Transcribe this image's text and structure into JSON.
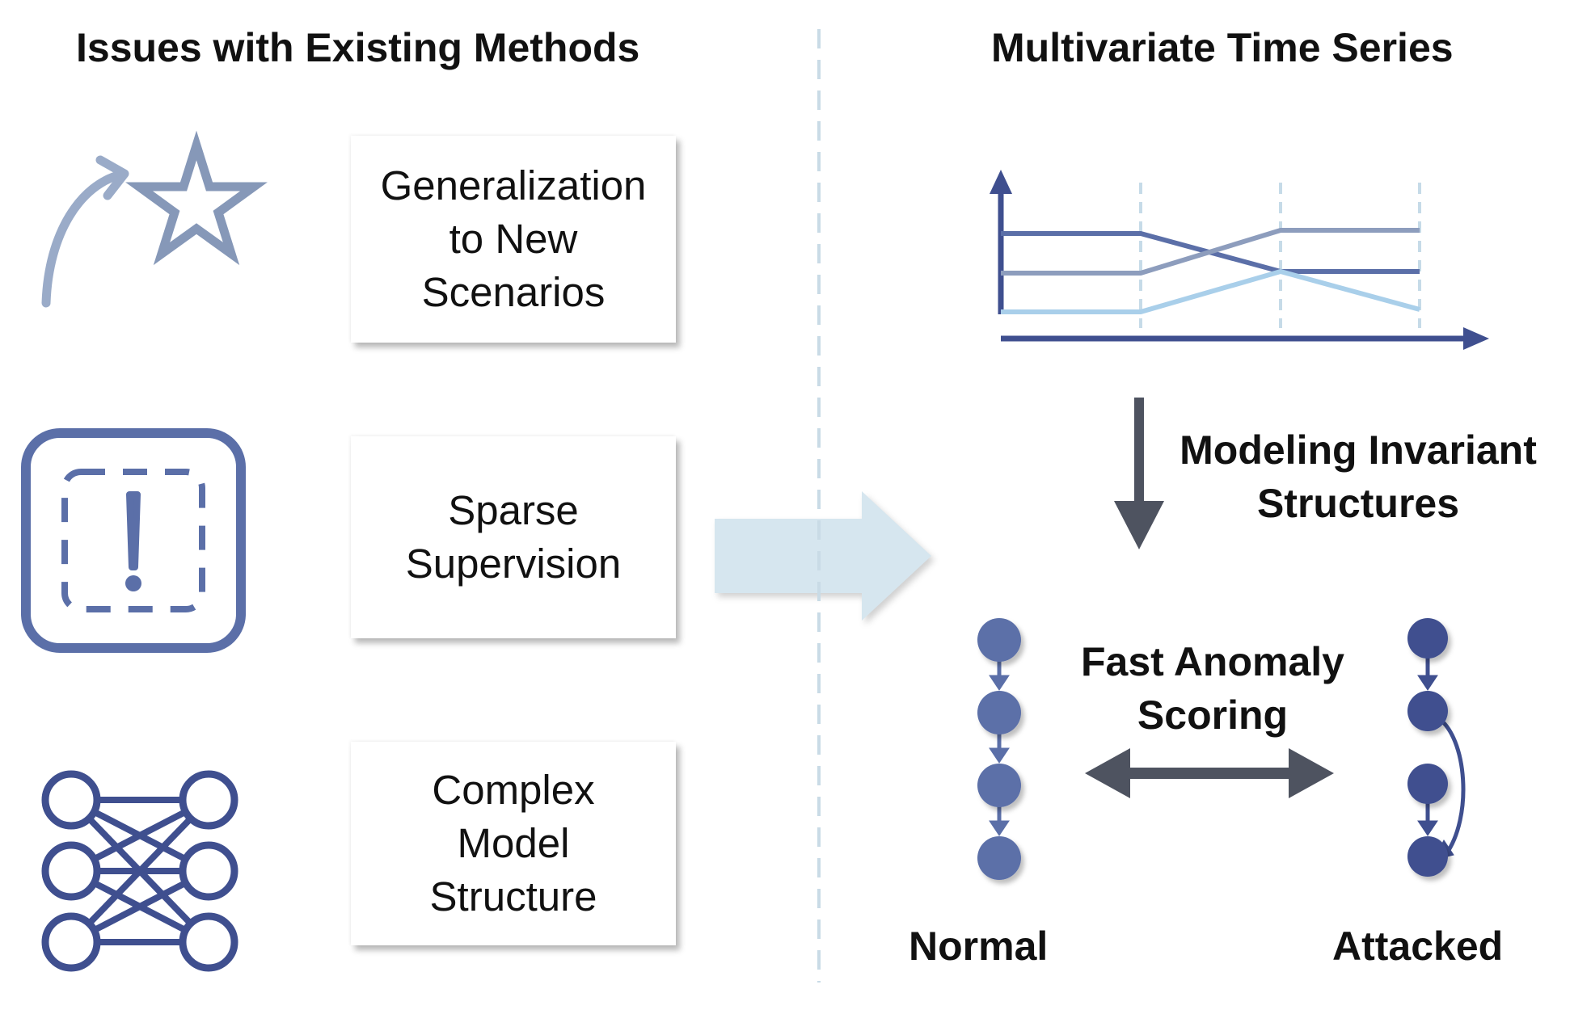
{
  "left_panel": {
    "title": "Issues with Existing Methods",
    "issues": [
      {
        "lines": [
          "Generalization",
          "to New",
          "Scenarios"
        ],
        "icon": "arrow-to-star-icon"
      },
      {
        "lines": [
          "Sparse",
          "Supervision"
        ],
        "icon": "exclamation-box-icon"
      },
      {
        "lines": [
          "Complex",
          "Model",
          "Structure"
        ],
        "icon": "neural-network-icon"
      }
    ]
  },
  "right_panel": {
    "title": "Multivariate Time Series",
    "modeling_label": [
      "Modeling Invariant",
      "Structures"
    ],
    "scoring_label": [
      "Fast Anomaly",
      "Scoring"
    ],
    "normal_label": "Normal",
    "attacked_label": "Attacked"
  },
  "colors": {
    "dark_blue": "#3f4f8f",
    "mid_blue": "#5b6fa8",
    "steel_blue": "#8d9dbd",
    "light_blue": "#a9cfea",
    "big_arrow": "#d6e6ef",
    "gray_arrow": "#4e5360",
    "divider": "#c9dbe6"
  }
}
